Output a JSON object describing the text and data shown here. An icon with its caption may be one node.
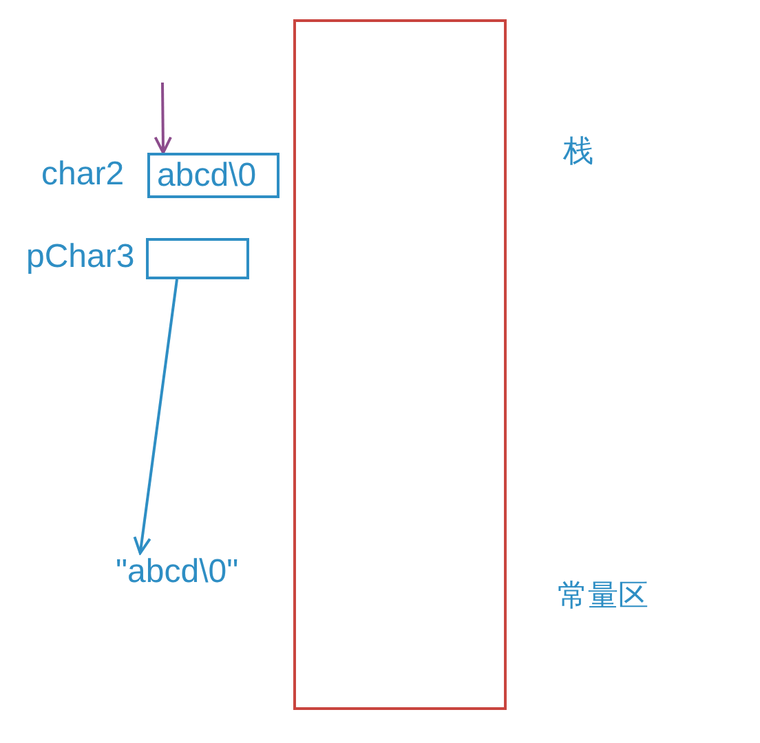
{
  "diagram": {
    "nodes": [
      {
        "text": [],
        "shape": "box"
      },
      {
        "text": [
          "abcd\\0"
        ],
        "beside": [
          "char2"
        ]
      },
      {
        "text": [],
        "shape": "box",
        "beside": [
          "pChar3"
        ]
      },
      {
        "text": [
          "\"abcd\\0\""
        ]
      }
    ],
    "edges": [
      {
        "from": null,
        "to": 1,
        "arrow": "to",
        "color": "#8c4c8c"
      },
      {
        "from": 2,
        "to": 3,
        "arrow": "to",
        "color": "#2e8ec4"
      }
    ],
    "labels": [
      "栈",
      "常量区"
    ]
  }
}
